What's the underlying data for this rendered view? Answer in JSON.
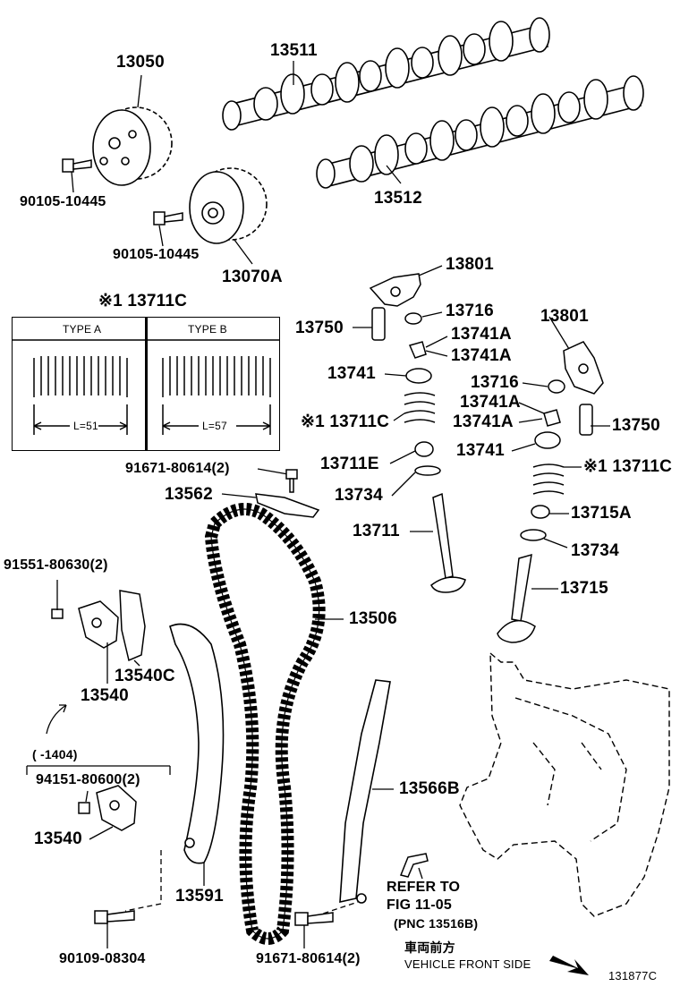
{
  "labels": {
    "p13050": "13050",
    "p13511": "13511",
    "p13512": "13512",
    "b90105_a": "90105-10445",
    "b90105_b": "90105-10445",
    "p13070A": "13070A",
    "p13711C_top": "※1 13711C",
    "typeA": "TYPE A",
    "typeB": "TYPE B",
    "lenA": "L=51",
    "lenB": "L=57",
    "p13801_a": "13801",
    "p13750_a": "13750",
    "p13716_a": "13716",
    "p13741A_1": "13741A",
    "p13741A_2": "13741A",
    "p13741_a": "13741",
    "p13711C_mid": "※1 13711C",
    "p13711E": "13711E",
    "p13734_a": "13734",
    "b91671_top": "91671-80614(2)",
    "p13562": "13562",
    "p13711": "13711",
    "p13801_b": "13801",
    "p13716_b": "13716",
    "p13741A_3": "13741A",
    "p13741A_4": "13741A",
    "p13750_b": "13750",
    "p13741_b": "13741",
    "p13711C_right": "※1 13711C",
    "p13715A": "13715A",
    "p13734_b": "13734",
    "p13715": "13715",
    "b91551": "91551-80630(2)",
    "p13506": "13506",
    "p13540C": "13540C",
    "p13540_a": "13540",
    "date_range": "(     -1404)",
    "b94151": "94151-80600(2)",
    "p13540_b": "13540",
    "p13566B": "13566B",
    "p13591": "13591",
    "refer_1": "REFER TO",
    "refer_2": "FIG 11-05",
    "refer_3": "(PNC 13516B)",
    "b90109": "90109-08304",
    "b91671_bot": "91671-80614(2)",
    "vf_jp": "車両前方",
    "vf_en": "VEHICLE FRONT SIDE",
    "fig_no": "131877C"
  }
}
